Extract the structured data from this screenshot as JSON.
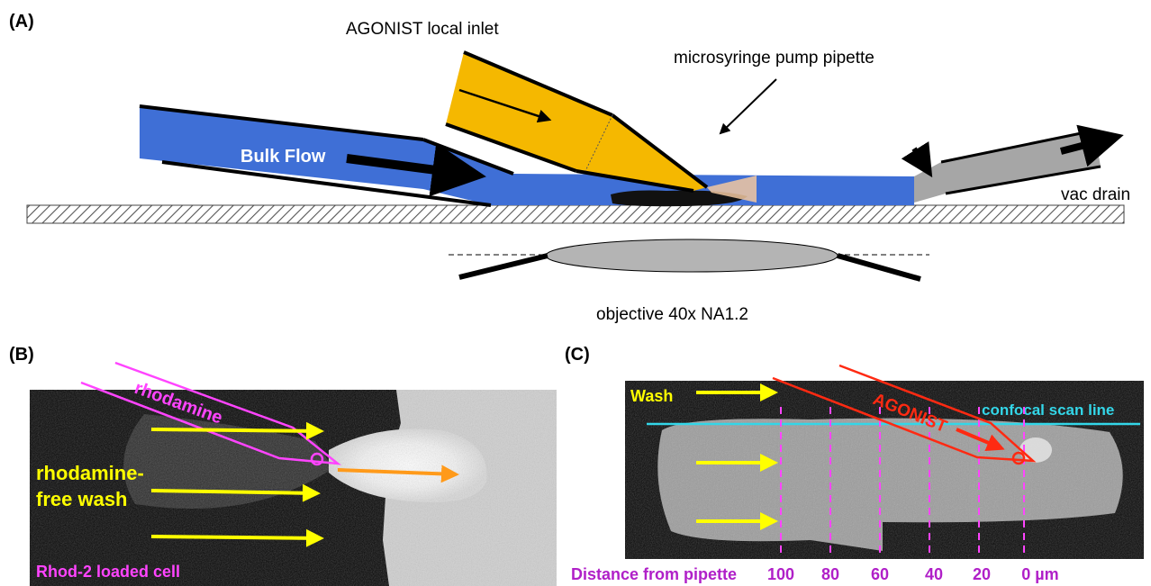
{
  "panels": {
    "a": {
      "label": "(A)",
      "agonist_inlet": "AGONIST local inlet",
      "pump_pipette": "microsyringe pump pipette",
      "bulk_flow": "Bulk Flow",
      "vac_drain": "vac drain",
      "objective": "objective 40x NA1.2"
    },
    "b": {
      "label": "(B)",
      "rhodamine": "rhodamine",
      "wash_line1": "rhodamine-",
      "wash_line2": "free wash",
      "cell": "Rhod-2 loaded cell"
    },
    "c": {
      "label": "(C)",
      "wash": "Wash",
      "agonist": "AGONIST",
      "scan_line": "confocal scan line",
      "distance_label": "Distance from pipette",
      "distances": [
        "100",
        "80",
        "60",
        "40",
        "20",
        "0 µm"
      ]
    }
  },
  "colors": {
    "bulk_flow": "#3f6fd6",
    "agonist_pipette": "#f5b800",
    "drain": "#a6a6a6",
    "rhodamine": "#ff44ff",
    "arrow_yellow": "#ffff00",
    "arrow_orange": "#ff9a1a",
    "agonist_red": "#ff2a12",
    "scan_line": "#33d6e8",
    "distance_text": "#b020c8"
  }
}
